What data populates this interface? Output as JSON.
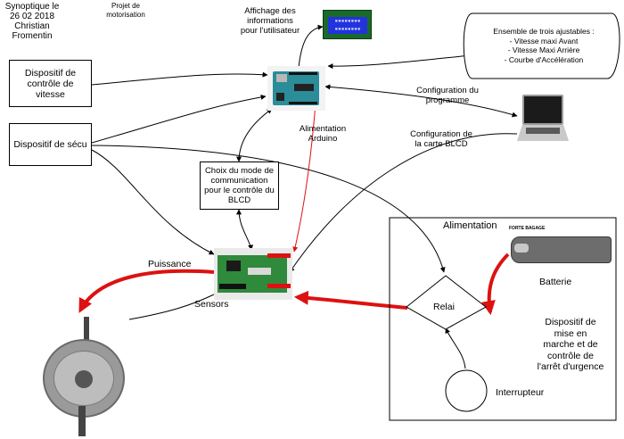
{
  "header": {
    "author_lines": [
      "Synoptique le",
      "26 02 2018",
      "Christian",
      "Fromentin"
    ],
    "project_lines": [
      "Projet de",
      "motorisation"
    ]
  },
  "nodes": {
    "display": [
      "Affichage des",
      "informations",
      "pour l'utilisateur"
    ],
    "adjustables": [
      "Ensemble de trois ajustables :",
      "- Vitesse maxi Avant",
      "- Vitesse Maxi Arrière",
      "- Courbe d'Accélération"
    ],
    "speed_control": [
      "Dispositif de",
      "contrôle de",
      "vitesse"
    ],
    "safety": "Dispositif de sécu",
    "program_config": [
      "Configuration du",
      "programme"
    ],
    "arduino_power": [
      "Alimentation",
      "Arduino"
    ],
    "blcd_config": [
      "Configuration de",
      "la carte BLCD"
    ],
    "comm_mode": [
      "Choix du mode de",
      "communication",
      "pour le contrôle du",
      "BLCD"
    ],
    "power_section": "Alimentation",
    "battery": "Batterie",
    "battery_brand": "FORTE BAGAGE",
    "power_out": "Puissance",
    "sensors": "Sensors",
    "relay": "Relai",
    "startup_device": [
      "Dispositif de",
      "mise en",
      "marche et de",
      "contrôle de",
      "l'arrêt d'urgence"
    ],
    "switch": "Interrupteur"
  },
  "lcd": {
    "line1": "▪▪▪▪▪▪▪▪",
    "line2": "▪▪▪▪▪▪▪▪"
  },
  "colors": {
    "arrow": "#000000",
    "power_arrow": "#dd1111",
    "lcd_blue": "#2233dd"
  }
}
